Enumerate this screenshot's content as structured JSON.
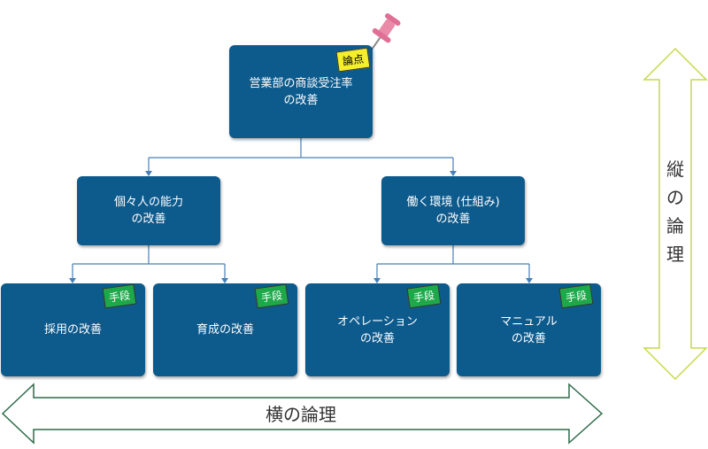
{
  "colors": {
    "node": "#0d5a8c",
    "connector": "#4a7fb5",
    "tag_green": "#1fa84a",
    "tag_yellow": "#f5ee2d",
    "h_arrow": "#2e6b4a",
    "v_arrow": "#c7d94a",
    "pin": "#e88aa8"
  },
  "root": {
    "text": "営業部の商談受注率\nの改善",
    "tag": "論点"
  },
  "level2": [
    {
      "text": "個々人の能力\nの改善"
    },
    {
      "text": "働く環境 (仕組み)\nの改善"
    }
  ],
  "level3": [
    {
      "text": "採用の改善",
      "tag": "手段"
    },
    {
      "text": "育成の改善",
      "tag": "手段"
    },
    {
      "text": "オペレーション\nの改善",
      "tag": "手段"
    },
    {
      "text": "マニュアル\nの改善",
      "tag": "手段"
    }
  ],
  "vertical_label": "縦\nの\n論\n理",
  "horizontal_label": "横の論理",
  "icons": {
    "pin": "pushpin-icon"
  }
}
